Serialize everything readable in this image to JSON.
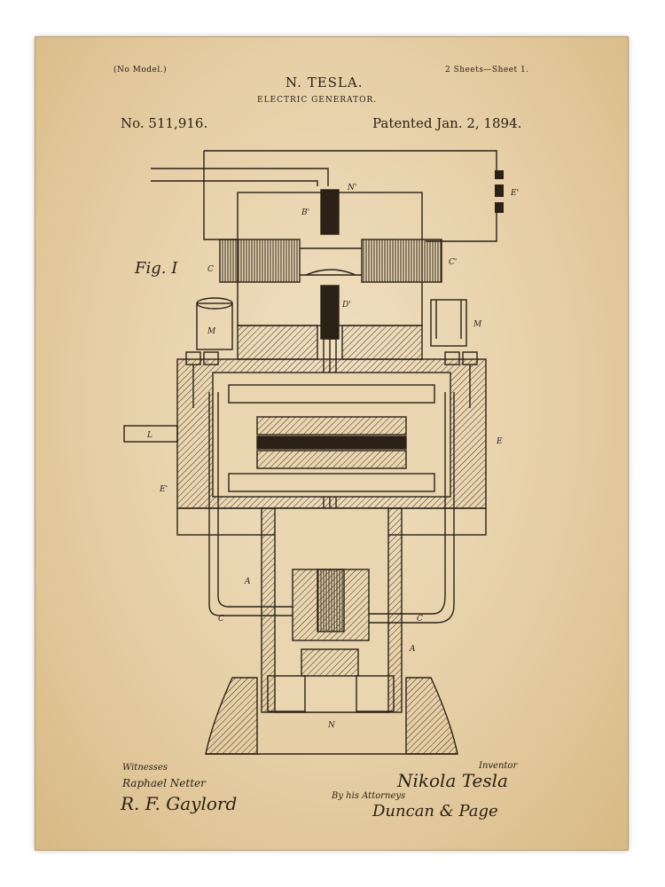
{
  "header": {
    "left_small": "(No Model.)",
    "inventor_name": "N. TESLA.",
    "title": "ELECTRIC GENERATOR.",
    "sheets": "2 Sheets—Sheet 1.",
    "patent_number": "No. 511,916.",
    "patent_date": "Patented Jan. 2, 1894."
  },
  "figure": {
    "label": "Fig. I",
    "letters": {
      "n_top": "N'",
      "e_right": "E'",
      "b_upper": "B'",
      "c_right": "C'",
      "c_left": "C",
      "d_mid": "D'",
      "m_left": "M",
      "m_right": "M",
      "l_left": "L",
      "e_side": "E",
      "e_left": "E'",
      "a_right": "A",
      "a_left": "A",
      "c_bottom_left": "C",
      "c_bottom_right": "C",
      "n_bottom": "N"
    }
  },
  "signatures": {
    "witnesses_label": "Witnesses",
    "witness_1": "Raphael Netter",
    "witness_2": "R. F. Gaylord",
    "inventor_label": "Inventor",
    "inventor_signature": "Nikola Tesla",
    "attorneys_label": "By his Attorneys",
    "attorneys_signature": "Duncan & Page"
  },
  "colors": {
    "paper": "#e6cfa6",
    "ink": "#2b2116",
    "frame": "#ffffff"
  }
}
